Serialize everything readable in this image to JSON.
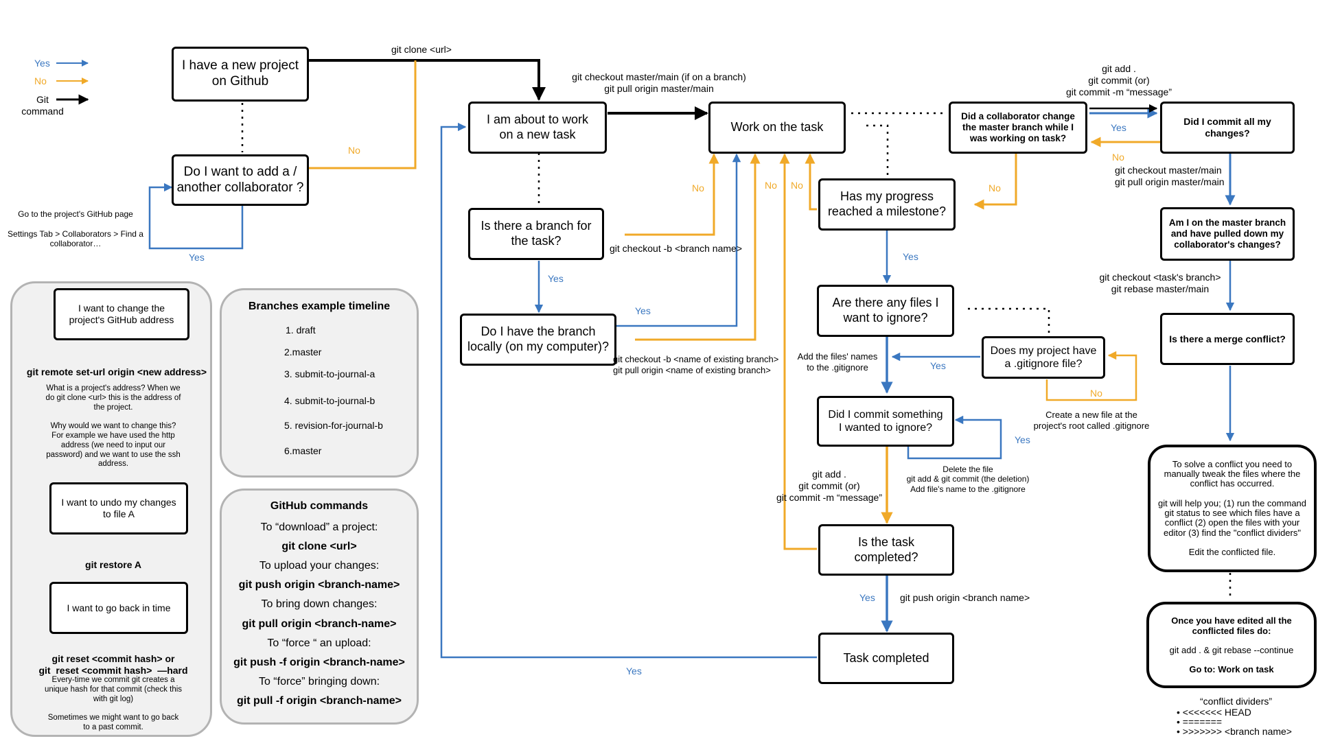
{
  "colors": {
    "yes": "#3a77c0",
    "no": "#f0a928",
    "git": "#000000"
  },
  "legend": {
    "yes": "Yes",
    "no": "No",
    "git": "Git\ncommand"
  },
  "nodes": {
    "new_project": "I have a new project\non Github",
    "add_collab": "Do I want to add a /\nanother collaborator ?",
    "about_to_work": "I am about to work\non a new task",
    "branch_for_task": "Is there a branch for\nthe task?",
    "have_branch": "Do I have the branch\nlocally (on my computer)?",
    "work_on_task": "Work on the task",
    "collab_change": "Did a collaborator change\nthe master branch while I\nwas working on task?",
    "commit_all": "Did I commit all my\nchanges?",
    "progress": "Has my progress\nreached a milestone?",
    "ignore_files": "Are there any files I\nwant to ignore?",
    "gitignore_file": "Does my project have\na .gitignore file?",
    "committed_ignore": "Did I commit something\nI wanted to ignore?",
    "task_completed_q": "Is the task\ncompleted?",
    "task_completed": "Task completed",
    "on_master": "Am I on the master branch\nand have pulled down my\ncollaborator's changes?",
    "merge_conflict": "Is there a merge conflict?",
    "resolve_conflict": "To solve a conflict you need to\nmanually tweak the files where the\nconflict has occurred.\n\ngit will help you; (1) run the command\ngit status to see which files have a\nconflict (2) open the files with your\neditor (3) find the \"conflict dividers\"\n\nEdit the conflicted file.",
    "once_edited_a": "Once you have edited all the\nconflicted files do:",
    "once_edited_b": "git add . & git rebase --continue",
    "once_edited_c": "Go to: Work on task"
  },
  "edge_labels": {
    "git_clone": "git clone <url>",
    "no_collab": "No",
    "collab_howto": "Go to the project's GitHub page\n\nSettings Tab > Collaborators > Find a\ncollaborator…",
    "yes_collab": "Yes",
    "checkout_master": "git checkout master/main (if on a branch)\ngit pull origin master/main",
    "yes_branch": "Yes",
    "no_branch": "No",
    "checkout_new_branch": "git checkout -b <branch name>",
    "yes_local": "Yes",
    "checkout_existing": "git checkout -b <name of existing branch>\ngit pull origin <name of existing branch>",
    "no_milestone": "No",
    "no_task": "No",
    "git_add_commit_top": "git add .\ngit commit (or)\ngit commit -m “message”",
    "yes_collab_change": "Yes",
    "no_collab_change": "No",
    "no_commit_all": "No",
    "checkout_pull_master": "git checkout master/main\ngit pull origin master/main",
    "rebase_cmd": "git checkout <task's branch>\ngit rebase master/main",
    "yes_milestone": "Yes",
    "add_names": "Add the files' names\nto the .gitignore",
    "yes_gitignore": "Yes",
    "no_gitignore": "No",
    "create_gitignore": "Create a new file at the\nproject's root called .gitignore",
    "yes_committed": "Yes",
    "delete_file": "Delete the file\ngit add & git commit (the deletion)\nAdd file's name to the .gitignore",
    "git_add_commit_mid": "git add .\ngit commit (or)\ngit commit -m “message”",
    "yes_completed": "Yes",
    "push_cmd": "git push origin <branch name>",
    "yes_back": "Yes"
  },
  "conflict_dividers": {
    "title": "“conflict dividers”",
    "lines": [
      "<<<<<<< HEAD",
      "=======",
      ">>>>>>> <branch name>"
    ]
  },
  "left_panel": {
    "box1": "I want to change the\nproject's GitHub address",
    "cmd1": "git remote set-url origin <new address>",
    "desc1": "What is a project's address? When we\ndo git clone <url> this is the address of\nthe project.\n\nWhy would we want to change this?\nFor example we have used the http\naddress (we need to input our\npassword) and we want to use the ssh\naddress.",
    "box2": "I want to undo my changes\nto file A",
    "cmd2": "git restore A",
    "box3": "I want to go back in time",
    "cmd3": "git reset <commit hash> or\ngit  reset <commit hash>  —hard",
    "desc3": "Every-time we commit git creates a\nunique hash for that commit (check this\nwith git log)\n\nSometimes we might want to go back\nto a past commit."
  },
  "branches_panel": {
    "title": "Branches example timeline",
    "items": [
      "1. draft",
      "2.master",
      "3. submit-to-journal-a",
      "4. submit-to-journal-b",
      "5. revision-for-journal-b",
      "6.master"
    ]
  },
  "commands_panel": {
    "title": "GitHub commands",
    "items": [
      {
        "desc": "To “download” a project:",
        "cmd": "git clone <url>"
      },
      {
        "desc": "To upload your changes:",
        "cmd": "git push origin <branch-name>"
      },
      {
        "desc": "To bring down changes:",
        "cmd": "git pull origin <branch-name>"
      },
      {
        "desc": "To “force “ an upload:",
        "cmd": "git push -f origin <branch-name>"
      },
      {
        "desc": "To “force” bringing down:",
        "cmd": "git pull -f origin <branch-name>"
      }
    ]
  }
}
